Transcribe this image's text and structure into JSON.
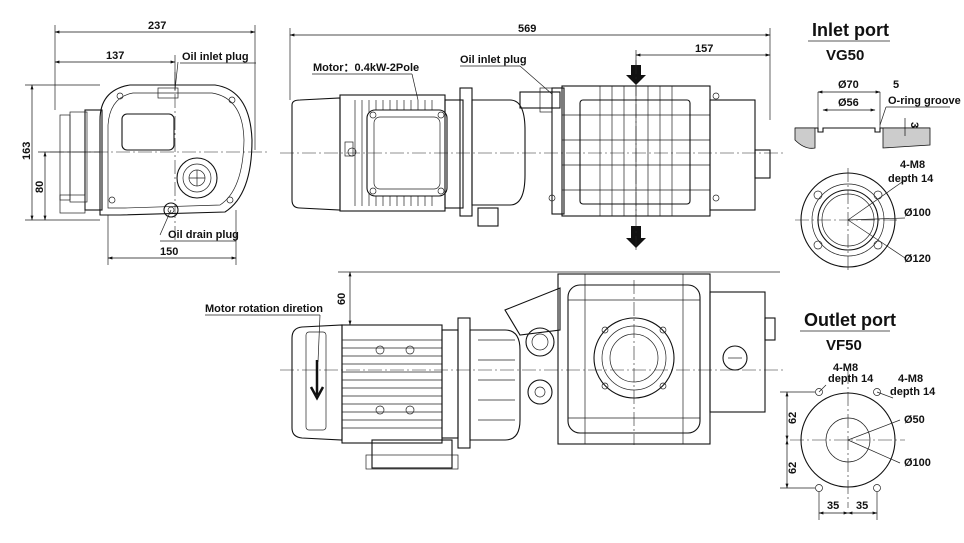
{
  "labels": {
    "oil_inlet_plug_side": "Oil inlet plug",
    "oil_drain_plug": "Oil drain plug",
    "motor": "Motor：0.4kW-2Pole",
    "oil_inlet_plug_top": "Oil inlet plug",
    "motor_rotation": "Motor rotation diretion"
  },
  "dimensions": {
    "d237": "237",
    "d137": "137",
    "d163": "163",
    "d80": "80",
    "d150": "150",
    "d569": "569",
    "d157": "157",
    "d60": "60"
  },
  "inlet_port": {
    "title": "Inlet port",
    "subtitle": "VG50",
    "d70": "Ø70",
    "d5": "5",
    "d56": "Ø56",
    "oring": "O-ring groove",
    "d3": "3",
    "m8": "4-M8",
    "depth": "depth 14",
    "d100": "Ø100",
    "d120": "Ø120"
  },
  "outlet_port": {
    "title": "Outlet port",
    "subtitle": "VF50",
    "m8_left": "4-M8",
    "depth_left": "depth 14",
    "m8_right": "4-M8",
    "depth_right": "depth 14",
    "d50": "Ø50",
    "d100": "Ø100",
    "d62a": "62",
    "d62b": "62",
    "d35a": "35",
    "d35b": "35"
  }
}
